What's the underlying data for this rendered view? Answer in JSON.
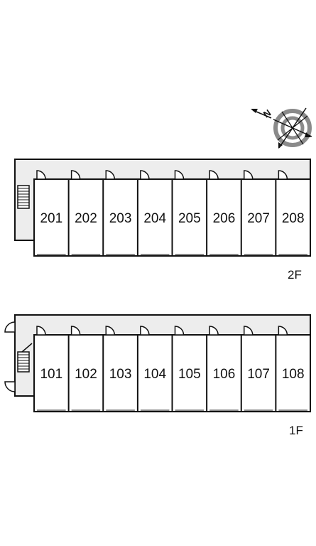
{
  "floors": [
    {
      "label": "2F",
      "units": [
        "201",
        "202",
        "203",
        "204",
        "205",
        "206",
        "207",
        "208"
      ]
    },
    {
      "label": "1F",
      "units": [
        "101",
        "102",
        "103",
        "104",
        "105",
        "106",
        "107",
        "108"
      ]
    }
  ],
  "compass": {
    "north_label": "N"
  },
  "colors": {
    "corridor": "#ededed",
    "line": "#111111",
    "compass": "#888888"
  }
}
